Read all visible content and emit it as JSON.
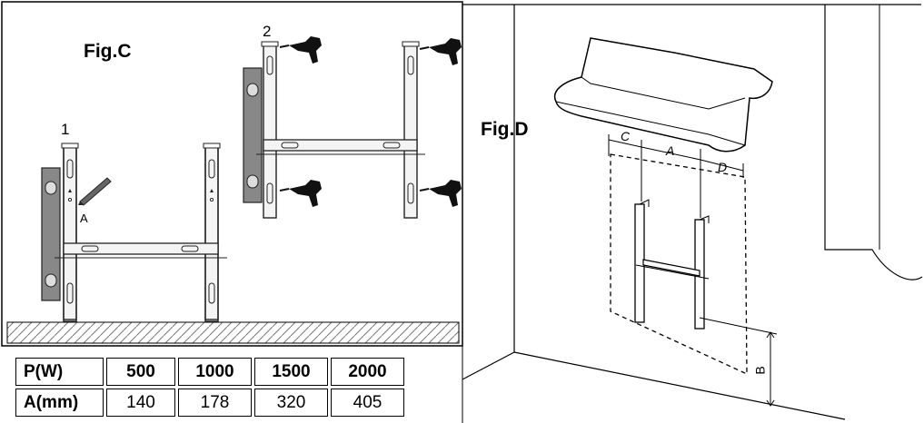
{
  "figures": {
    "fig_c": {
      "label": "Fig.C",
      "steps": [
        "1",
        "2"
      ],
      "mark_label": "A"
    },
    "fig_d": {
      "label": "Fig.D",
      "dims": [
        "C",
        "A",
        "D",
        "B"
      ]
    }
  },
  "spec_table": {
    "header": [
      "P(W)",
      "500",
      "1000",
      "1500",
      "2000"
    ],
    "row": [
      "A(mm)",
      "140",
      "178",
      "320",
      "405"
    ]
  }
}
